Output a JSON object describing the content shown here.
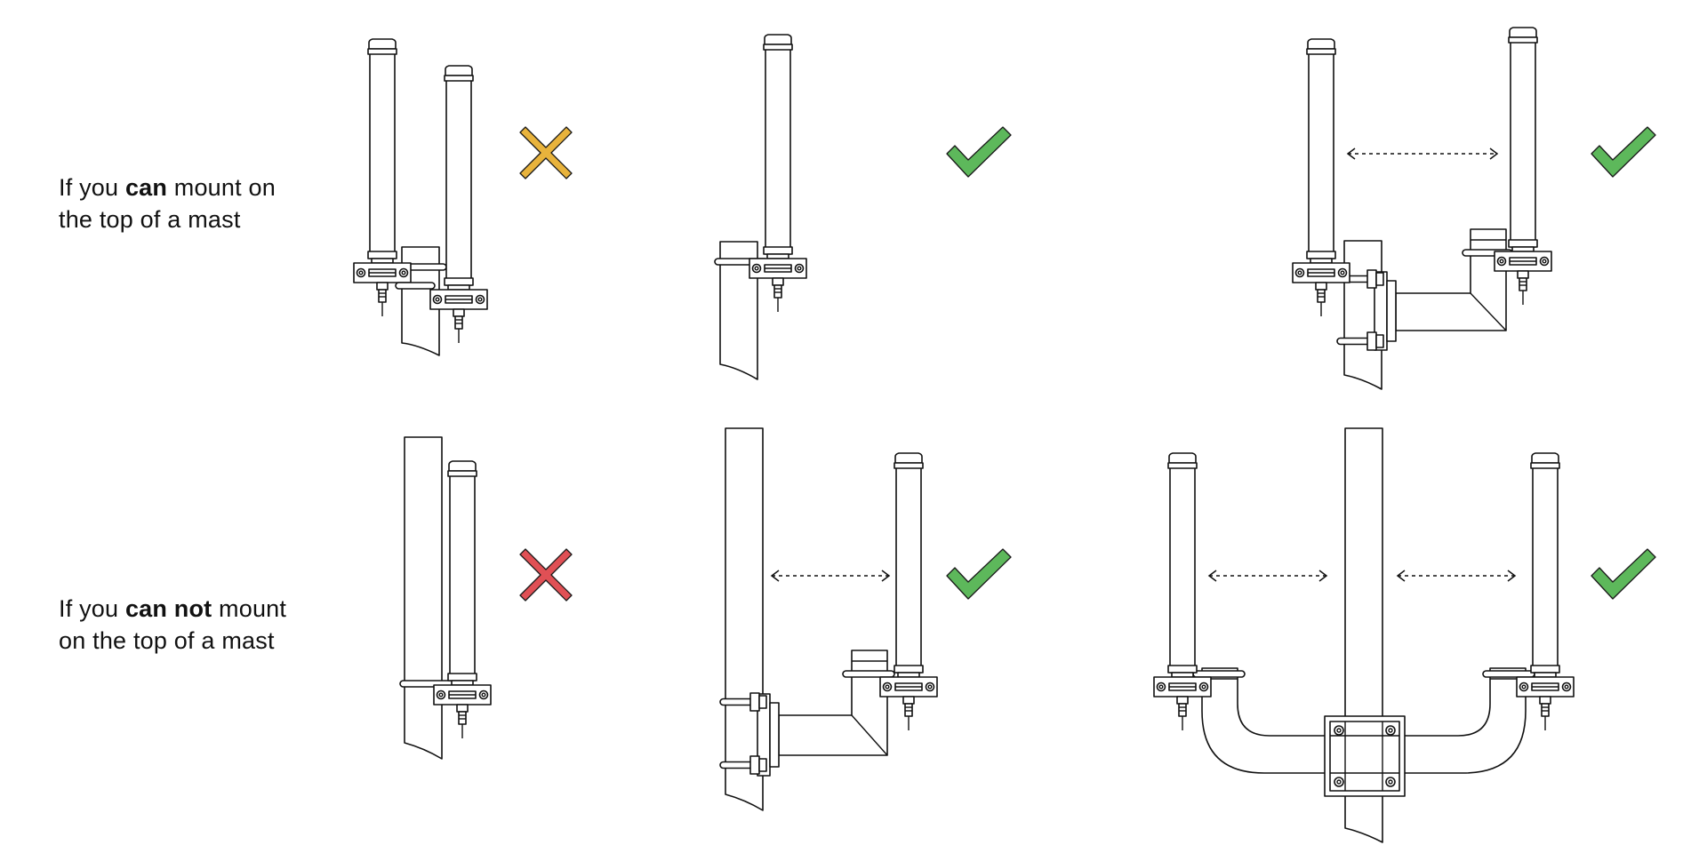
{
  "rows": [
    {
      "label": {
        "prefix": "If you ",
        "bold": "can",
        "rest": " mount on",
        "line2": "the top of a mast"
      }
    },
    {
      "label": {
        "prefix": "If you ",
        "bold": "can not",
        "rest": " mount",
        "line2": "on the top of a mast"
      }
    }
  ],
  "panels": [
    {
      "id": "top-1",
      "verdict": "incorrect",
      "mark_color": "#E8B33C"
    },
    {
      "id": "top-2",
      "verdict": "correct",
      "mark_color": "#5DB85B"
    },
    {
      "id": "top-3",
      "verdict": "correct",
      "mark_color": "#5DB85B"
    },
    {
      "id": "bottom-1",
      "verdict": "incorrect",
      "mark_color": "#E05055"
    },
    {
      "id": "bottom-2",
      "verdict": "correct",
      "mark_color": "#5DB85B"
    },
    {
      "id": "bottom-3",
      "verdict": "correct",
      "mark_color": "#5DB85B"
    }
  ],
  "icons": {
    "correct": "check-icon",
    "incorrect": "cross-icon"
  }
}
